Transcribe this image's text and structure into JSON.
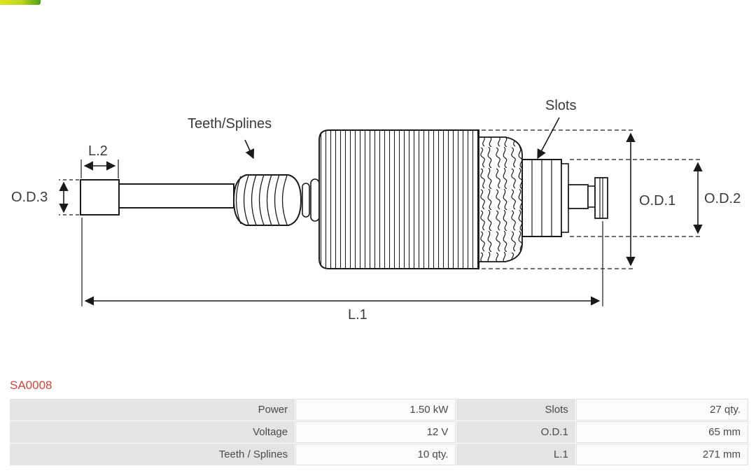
{
  "brand": {
    "logo": "partial-logo-strip"
  },
  "diagram": {
    "labels": {
      "teeth_splines": "Teeth/Splines",
      "slots": "Slots",
      "l1": "L.1",
      "l2": "L.2",
      "od1": "O.D.1",
      "od2": "O.D.2",
      "od3": "O.D.3"
    },
    "line_color": "#1a1a1a"
  },
  "product": {
    "code": "SA0008",
    "code_color": "#c9463d"
  },
  "specs": {
    "rows": [
      {
        "label1": "Power",
        "value1": "1.50 kW",
        "label2": "Slots",
        "value2": "27 qty."
      },
      {
        "label1": "Voltage",
        "value1": "12 V",
        "label2": "O.D.1",
        "value2": "65 mm"
      },
      {
        "label1": "Teeth / Splines",
        "value1": "10 qty.",
        "label2": "L.1",
        "value2": "271 mm"
      }
    ]
  }
}
